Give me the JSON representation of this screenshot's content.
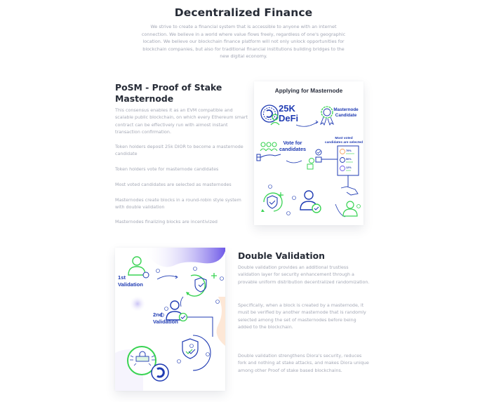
{
  "hero": {
    "title": "Decentralized Finance",
    "description": "We strive to create a financial system that is accessible to anyone with an internet connection. We believe in a world where value flows freely, regardless of one's geographic location. We believe our blockchain finance platform will not only unlock opportunities for blockchain companies, but also for traditional financial institutions building bridges to the new digital economy."
  },
  "posm": {
    "title_line1": "PoSM - Proof of Stake",
    "title_line2": "Masternode",
    "paragraphs": [
      "This consensus enables it as an EVM compatible and scalable public blockchain, on which every Ethereum smart contract can be effectively run with almost instant transaction confirmation.",
      "Token holders deposit 25k DIOR to become a masternode candidate",
      "Token holders vote for masternode candidates",
      "Most voted candidates are selected as masternodes",
      "Masternodes create blocks in a round-robin style system with double validation",
      "Masternodes finalizing blocks are incentivized"
    ],
    "illustration": {
      "title": "Applying for Masternode",
      "deposit_amount": "25K",
      "deposit_token": "DeFi",
      "badge_label_line1": "Masternode",
      "badge_label_line2": "Candidate",
      "vote_label_line1": "Vote for",
      "vote_label_line2": "candidates",
      "selected_label_line1": "Most voted",
      "selected_label_line2": "candidates are selected",
      "vote_shares": [
        "70%",
        "50%",
        "12%"
      ],
      "colors": {
        "blue": "#1f3bb3",
        "green": "#39d353",
        "orange": "#f5a25d",
        "purple": "#6f5ae8"
      }
    }
  },
  "double_validation": {
    "title": "Double Validation",
    "paragraphs": [
      "Double validation provides an additional trustless validation layer for security enhancement through a provable uniform distribution decentralized randomization.",
      "Specifically, when a block is created by a masternode, it must be verified by another masternode that is randomly selected among the set of masternodes before being added to the blockchain.",
      "Double validation strengthens Diora's security, reduces fork and nothing at stake attacks, and makes Diora unique among other Proof of stake based blockchains."
    ],
    "illustration": {
      "first_label_line1": "1st",
      "first_label_line2": "Validation",
      "second_label_line1": "2nd",
      "second_label_line2": "Validation"
    }
  }
}
